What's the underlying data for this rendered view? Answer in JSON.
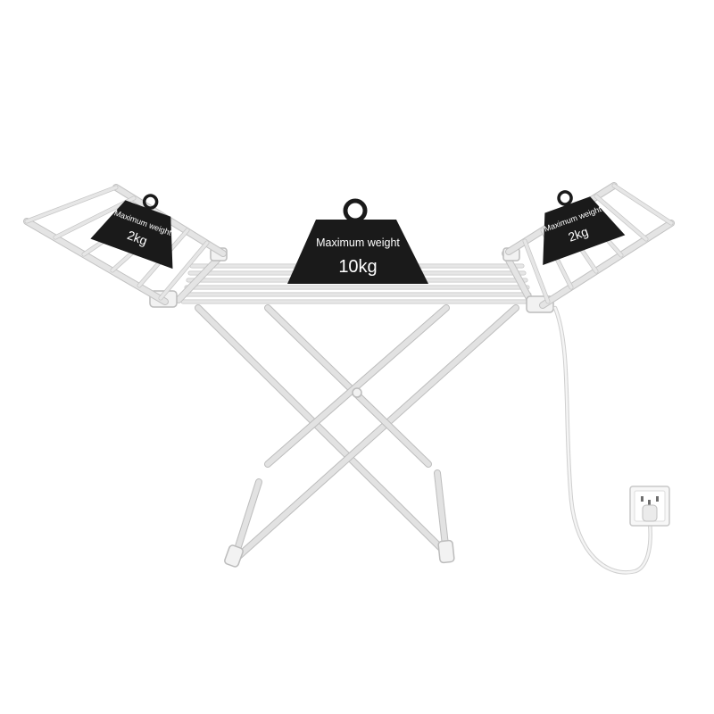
{
  "weights": {
    "center": {
      "label": "Maximum weight",
      "value": "10kg"
    },
    "left_wing": {
      "label": "Maximum weight",
      "value": "2kg"
    },
    "right_wing": {
      "label": "Maximum weight",
      "value": "2kg"
    }
  },
  "colors": {
    "background": "#ffffff",
    "rack": "#e4e4e4",
    "weight": "#1a1a1a",
    "weight_text": "#ffffff",
    "cable": "#f0f0f0"
  },
  "icons": {
    "outlet": "wall-outlet-icon",
    "plug": "power-plug-icon"
  }
}
